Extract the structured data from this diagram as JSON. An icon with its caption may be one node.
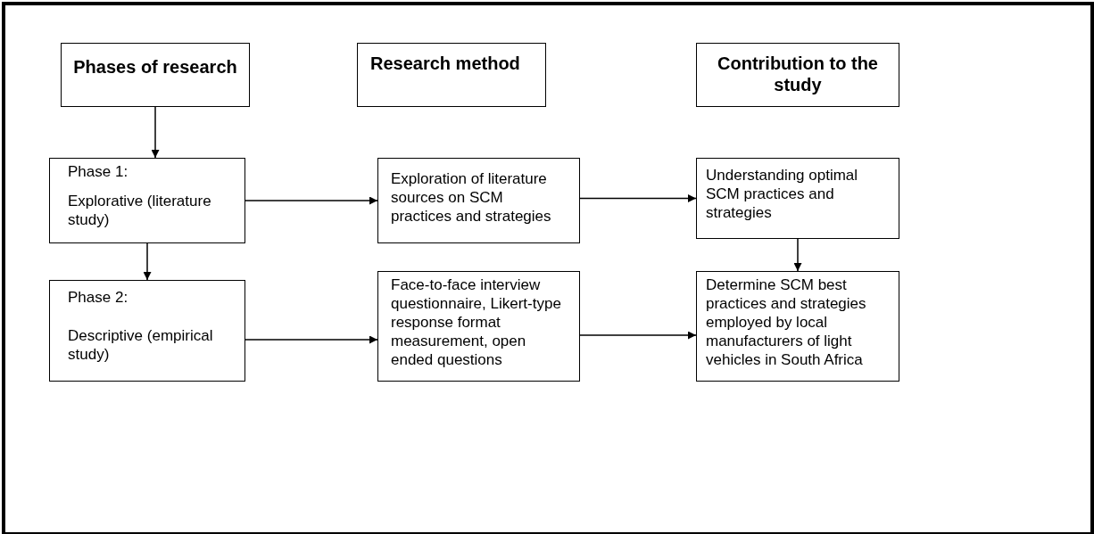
{
  "diagram": {
    "nodes": [
      {
        "text": [
          "Phases of research"
        ]
      },
      {
        "text": [
          "Research method"
        ]
      },
      {
        "text": [
          "Contribution to the study"
        ]
      },
      {
        "text": [
          "Phase 1:",
          "Explorative (literature study)"
        ]
      },
      {
        "text": [
          "Exploration of literature sources on SCM practices and strategies"
        ]
      },
      {
        "text": [
          "Understanding optimal SCM practices and strategies"
        ]
      },
      {
        "text": [
          "Phase 2:",
          "Descriptive (empirical study)"
        ]
      },
      {
        "text": [
          "Face-to-face interview questionnaire, Likert-type response format measurement, open ended questions"
        ]
      },
      {
        "text": [
          "Determine SCM best practices and strategies employed by local manufacturers of light vehicles in South Africa"
        ]
      }
    ],
    "edges": [
      {
        "from": 0,
        "to": 3,
        "arrow": "to"
      },
      {
        "from": 3,
        "to": 4,
        "arrow": "to"
      },
      {
        "from": 4,
        "to": 5,
        "arrow": "to"
      },
      {
        "from": 3,
        "to": 6,
        "arrow": "to"
      },
      {
        "from": 5,
        "to": 8,
        "arrow": "to"
      },
      {
        "from": 6,
        "to": 7,
        "arrow": "to"
      },
      {
        "from": 7,
        "to": 8,
        "arrow": "to"
      }
    ]
  }
}
